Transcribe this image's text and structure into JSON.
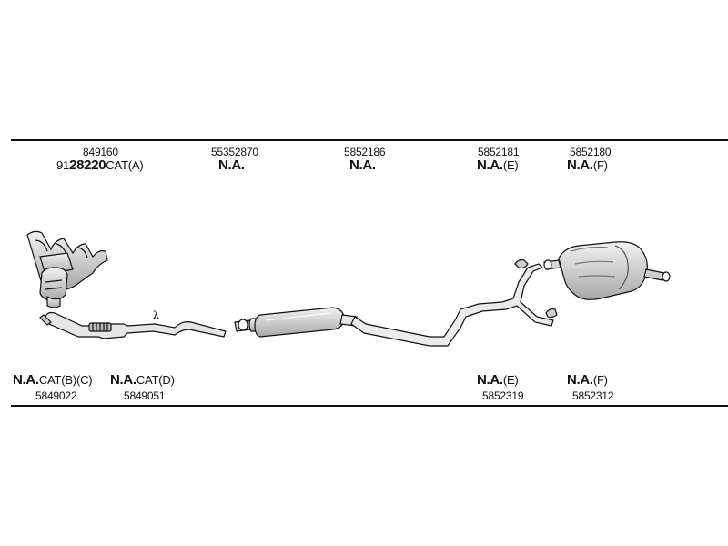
{
  "top_labels": [
    {
      "num": "849160",
      "prefix": "91",
      "main": "28220",
      "suffix": "CAT(A)"
    },
    {
      "num": "55352870",
      "main": "N.A."
    },
    {
      "num": "5852186",
      "main": "N.A."
    },
    {
      "num": "5852181",
      "main": "N.A.",
      "suffix": "(E)"
    },
    {
      "num": "5852180",
      "main": "N.A.",
      "suffix": "(F)"
    }
  ],
  "bottom_labels": [
    {
      "main": "N.A.",
      "suffix": "CAT(B)(C)",
      "num": "5849022"
    },
    {
      "main": "N.A.",
      "suffix": "CAT(D)",
      "num": "5849051"
    },
    {
      "main": "N.A.",
      "suffix": "(E)",
      "num": "5852319"
    },
    {
      "main": "N.A.",
      "suffix": "(F)",
      "num": "5852312"
    }
  ],
  "lambda_symbol": "λ",
  "colors": {
    "line": "#111111",
    "part_fill": "#d8d8d8",
    "part_shadow": "#9a9a9a"
  }
}
